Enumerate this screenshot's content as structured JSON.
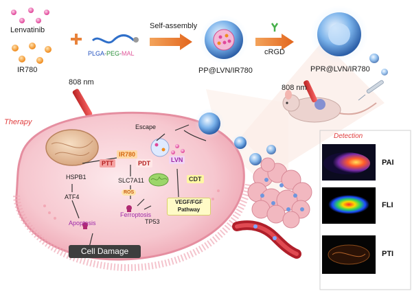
{
  "reagents": {
    "lenvatinib": "Lenvatinib",
    "ir780": "IR780",
    "polymer_plga": "PLGA",
    "polymer_peg": "PEG",
    "polymer_mal": "MAL",
    "dash": "-"
  },
  "steps": {
    "self_assembly": "Self-assembly",
    "crgd": "cRGD",
    "pp_label": "PP@LVN/IR780",
    "ppr_label": "PPR@LVN/IR780"
  },
  "laser": {
    "top": "808 nm",
    "mouse": "808 nm"
  },
  "cell": {
    "therapy": "Therapy",
    "escape": "Escape",
    "ptt": "PTT",
    "ir780": "IR780",
    "pdt": "PDT",
    "lvn": "LVN",
    "hspb1": "HSPB1",
    "slc7a11": "SLC7A11",
    "ros": "ROS",
    "cdt": "CDT",
    "atf4": "ATF4",
    "apoptosis": "Apoptosis",
    "ferroptosis": "Ferroptosis",
    "vegf": "VEGF/FGF",
    "pathway": "Pathway",
    "tp53": "TP53",
    "cell_damage": "Cell Damage"
  },
  "detection": {
    "title": "Detection",
    "pai": "PAI",
    "fli": "FLI",
    "pti": "PTI"
  },
  "colors": {
    "plga": "#1f4fbf",
    "peg": "#2a8f3a",
    "mal": "#e0589a",
    "therapy_red": "#e03c3c",
    "cell_pink": "#f6c3cc",
    "arrow_orange": "#e8823a"
  }
}
